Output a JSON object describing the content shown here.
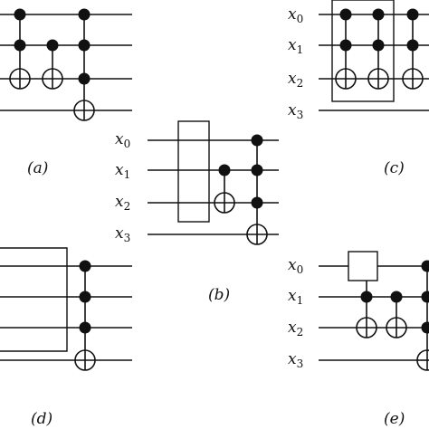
{
  "labels": {
    "x0": "x",
    "x0_sub": "0",
    "x1": "x",
    "x1_sub": "1",
    "x2": "x",
    "x2_sub": "2",
    "x3": "x",
    "x3_sub": "3"
  },
  "captions": {
    "a": "(a)",
    "b": "(b)",
    "c": "(c)",
    "d": "(d)",
    "e": "(e)"
  }
}
